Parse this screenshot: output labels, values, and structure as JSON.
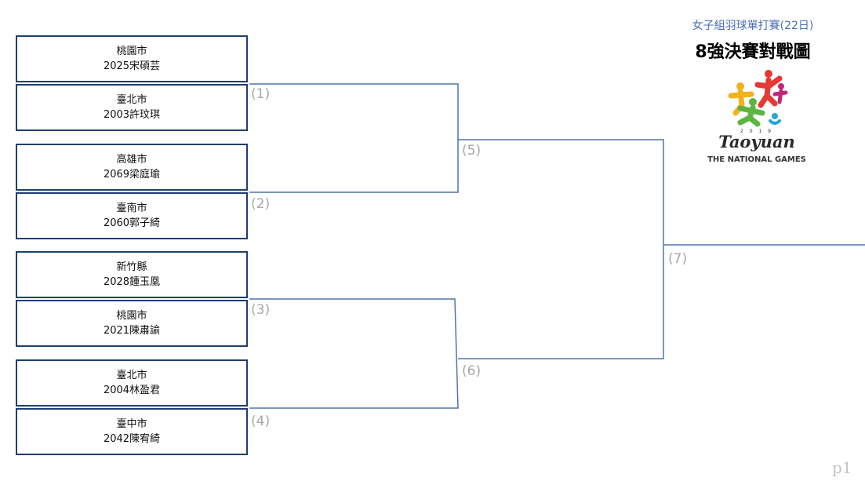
{
  "header": {
    "subtitle": "女子組羽球單打賽(22日)",
    "title": "8強決賽對戰圖"
  },
  "logo": {
    "year": "2 0 1 9",
    "name": "Taoyuan",
    "tagline": "THE NATIONAL GAMES",
    "colors": [
      "#e53935",
      "#f2b21c",
      "#5bb53f",
      "#29a3d8",
      "#c0267a"
    ]
  },
  "players": [
    {
      "city": "桃園市",
      "entry": "2025宋碩芸"
    },
    {
      "city": "臺北市",
      "entry": "2003許玟琪"
    },
    {
      "city": "高雄市",
      "entry": "2069梁庭瑜"
    },
    {
      "city": "臺南市",
      "entry": "2060郭子綺"
    },
    {
      "city": "新竹縣",
      "entry": "2028鍾玉凰"
    },
    {
      "city": "桃園市",
      "entry": "2021陳肅諭"
    },
    {
      "city": "臺北市",
      "entry": "2004林盈君"
    },
    {
      "city": "臺中市",
      "entry": "2042陳宥綺"
    }
  ],
  "matches": [
    "(1)",
    "(2)",
    "(3)",
    "(4)",
    "(5)",
    "(6)",
    "(7)"
  ],
  "page_label": "p1",
  "colors": {
    "line": "#4f75ab",
    "box_border": "#1f3f6f",
    "match_label": "#a7a7a7",
    "subtitle": "#4a6fb7"
  }
}
